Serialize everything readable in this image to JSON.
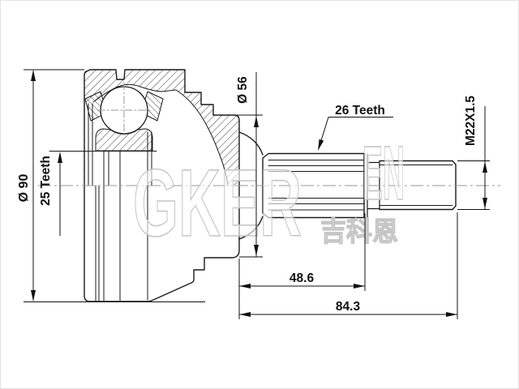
{
  "drawing": {
    "subject": "cv-joint-outer-race-technical-drawing",
    "dimensions": {
      "outer_diameter": "Ø 90",
      "inner_spline_teeth": "25 Teeth",
      "flange_diameter": "Ø 56",
      "shaft_spline_teeth": "26 Teeth",
      "thread_spec": "M22X1.5",
      "spline_end_length": "48.6",
      "total_length": "84.3"
    },
    "colors": {
      "line": "#1a1a1a",
      "centerline": "#999999",
      "watermark": "#c6c6c6",
      "background": "#ffffff"
    }
  },
  "watermark": {
    "brand": "GKER",
    "brand_suffix": "EN",
    "brand_cjk": "吉科恩"
  }
}
